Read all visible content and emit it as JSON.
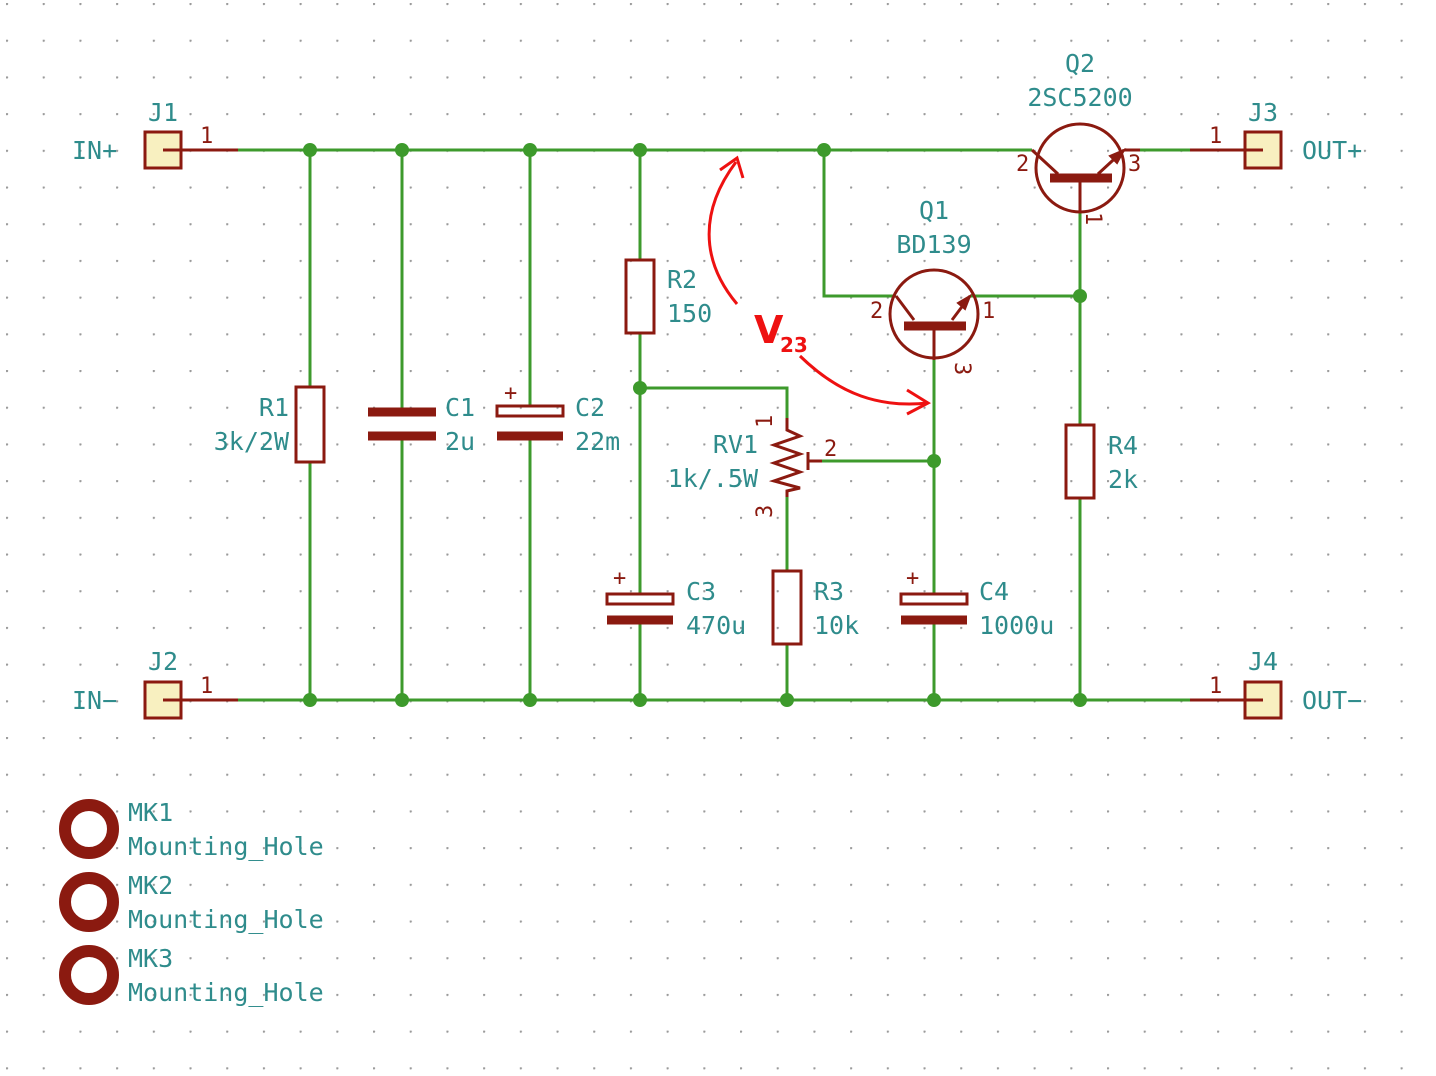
{
  "colors": {
    "wire": "#3d9a2c",
    "component": "#8b1a10",
    "text": "#2f8c8c",
    "connector_fill": "#f8f0c0",
    "annotation": "#ee1111",
    "grid_dot": "#9a9a9a"
  },
  "ports": {
    "in_plus": "IN+",
    "in_minus": "IN−",
    "out_plus": "OUT+",
    "out_minus": "OUT−"
  },
  "connectors": [
    {
      "ref": "J1",
      "pin": "1"
    },
    {
      "ref": "J2",
      "pin": "1"
    },
    {
      "ref": "J3",
      "pin": "1"
    },
    {
      "ref": "J4",
      "pin": "1"
    }
  ],
  "resistors": [
    {
      "ref": "R1",
      "value": "3k/2W"
    },
    {
      "ref": "R2",
      "value": "150"
    },
    {
      "ref": "R3",
      "value": "10k"
    },
    {
      "ref": "R4",
      "value": "2k"
    }
  ],
  "capacitors": [
    {
      "ref": "C1",
      "value": "2u",
      "polarized": false
    },
    {
      "ref": "C2",
      "value": "22m",
      "polarized": true
    },
    {
      "ref": "C3",
      "value": "470u",
      "polarized": true
    },
    {
      "ref": "C4",
      "value": "1000u",
      "polarized": true
    }
  ],
  "potentiometer": {
    "ref": "RV1",
    "value": "1k/.5W",
    "pins": [
      "1",
      "2",
      "3"
    ]
  },
  "transistors": [
    {
      "ref": "Q1",
      "value": "BD139",
      "pins": [
        "2",
        "1",
        "3"
      ]
    },
    {
      "ref": "Q2",
      "value": "2SC5200",
      "pins": [
        "2",
        "3",
        "1"
      ]
    }
  ],
  "mounting_holes": [
    {
      "ref": "MK1",
      "value": "Mounting_Hole"
    },
    {
      "ref": "MK2",
      "value": "Mounting_Hole"
    },
    {
      "ref": "MK3",
      "value": "Mounting_Hole"
    }
  ],
  "annotation": {
    "main": "V",
    "subscript": "23"
  },
  "polarity_mark": "+"
}
